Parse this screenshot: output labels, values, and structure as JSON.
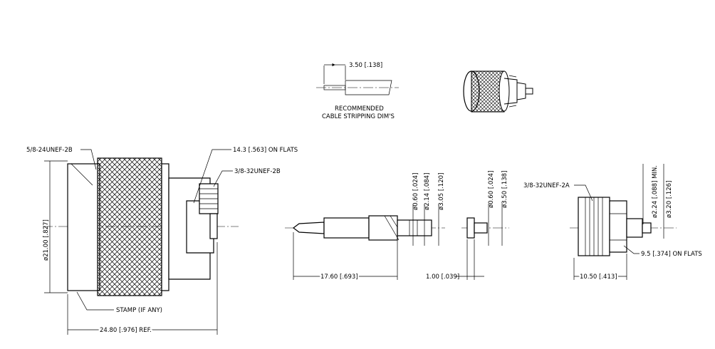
{
  "labels": {
    "strip_dim": "3.50 [.138]",
    "strip_caption_1": "RECOMMENDED",
    "strip_caption_2": "CABLE STRIPPING DIM'S",
    "thread_main": "5/8-24UNEF-2B",
    "flats_main": "14.3 [.563] ON FLATS",
    "thread_rear": "3/8-32UNEF-2B",
    "dia_main": "ø21.00 [.827]",
    "stamp": "STAMP (IF ANY)",
    "length_main": "24.80 [.976] REF.",
    "pin_d1": "ø0.60 [.024]",
    "pin_d2": "ø2.14 [.084]",
    "pin_d3": "ø3.05 [.120]",
    "pin_len": "17.60 [.693]",
    "ins_d1": "ø0.60 [.024]",
    "ins_d2": "ø3.50 [.138]",
    "ins_len": "1.00 [.039]",
    "thread_nut": "3/8-32UNEF-2A",
    "nut_min": "2.24 [.088] MIN.",
    "nut_d1": "ø2.24 [.088] MIN.",
    "nut_d2": "ø3.20 [.126]",
    "nut_flats": "9.5 [.374] ON FLATS",
    "nut_len": "10.50 [.413]"
  },
  "icons": [
    "knurled-connector-3d-view",
    "cable-strip-diagram"
  ]
}
